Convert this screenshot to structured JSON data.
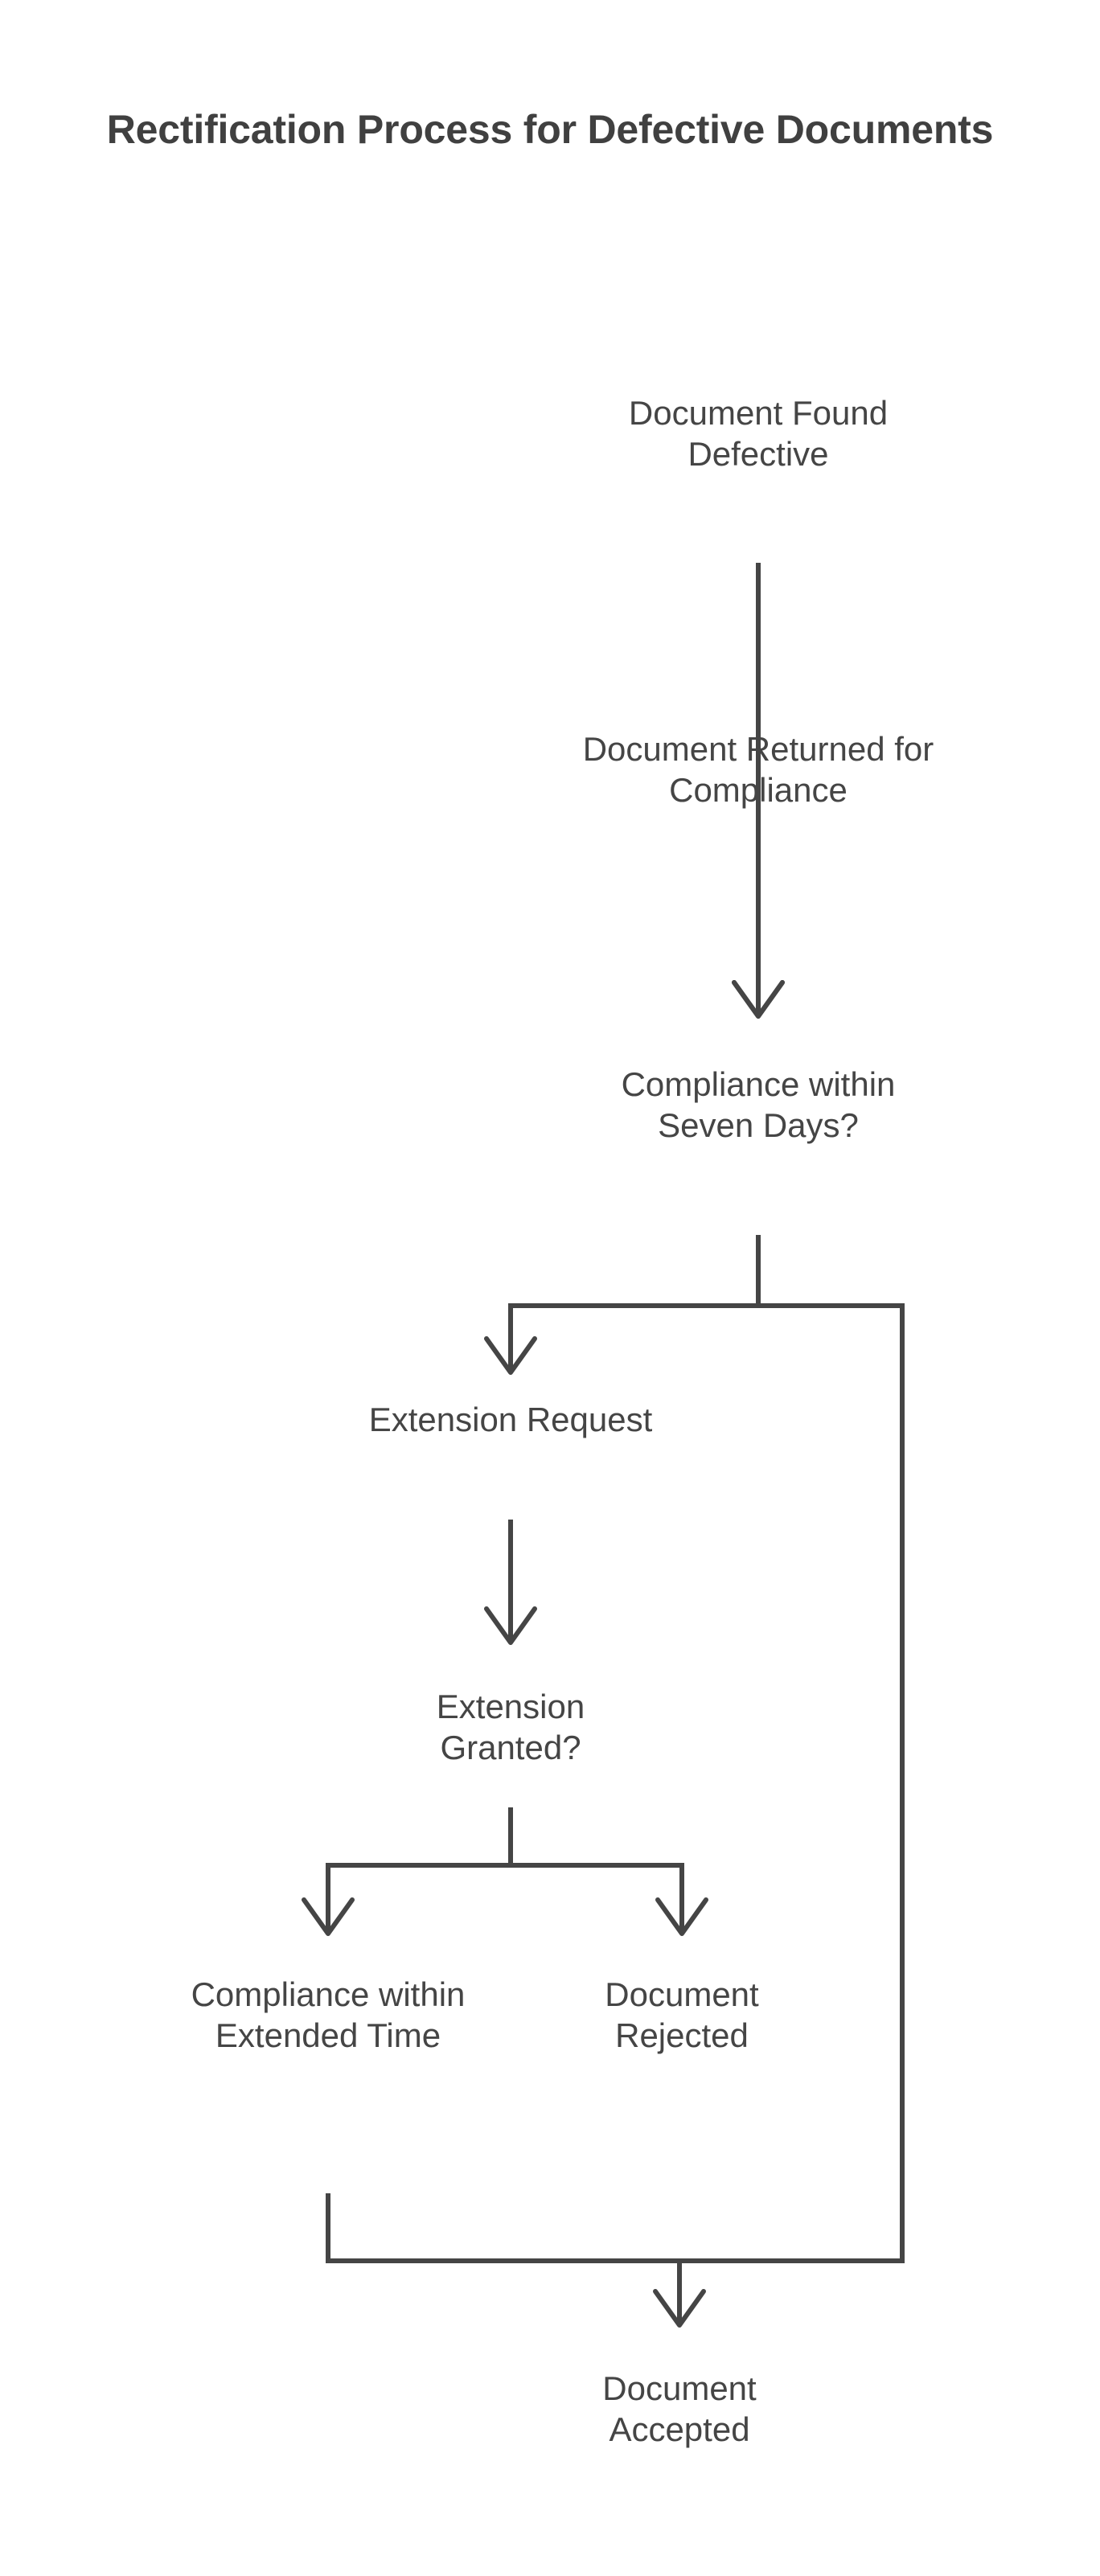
{
  "page": {
    "background_color": "#ffffff",
    "title": "Rectification Process for Defective Documents",
    "title_color": "#404040",
    "line_color": "#454545",
    "text_color": "#454545"
  },
  "chart_data": {
    "type": "diagram",
    "diagram_kind": "flowchart",
    "title": "Rectification Process for Defective Documents",
    "orientation": "top-to-bottom",
    "nodes": [
      {
        "id": "n1",
        "label": "Document Found Defective",
        "lines": [
          "Document",
          "Found",
          "Defective"
        ]
      },
      {
        "id": "n2",
        "label": "Document Returned for Compliance",
        "lines": [
          "Document",
          "Returned for",
          "Compliance"
        ]
      },
      {
        "id": "n3",
        "label": "Compliance within Seven Days?",
        "lines": [
          "Compliance",
          "within Seven",
          "Days?"
        ]
      },
      {
        "id": "n4",
        "label": "Extension Request",
        "lines": [
          "Extension",
          "Request"
        ]
      },
      {
        "id": "n5",
        "label": "Extension Granted?",
        "lines": [
          "Extension",
          "Granted?"
        ]
      },
      {
        "id": "n6",
        "label": "Compliance within Extended Time",
        "lines": [
          "Compliance",
          "within",
          "Extended",
          "Time"
        ]
      },
      {
        "id": "n7",
        "label": "Document Rejected",
        "lines": [
          "Document",
          "Rejected"
        ]
      },
      {
        "id": "n8",
        "label": "Document Accepted",
        "lines": [
          "Document",
          "Accepted"
        ]
      }
    ],
    "edges": [
      {
        "from": "n1",
        "to": "n2",
        "label": ""
      },
      {
        "from": "n2",
        "to": "n3",
        "label": ""
      },
      {
        "from": "n3",
        "to": "n4",
        "label": ""
      },
      {
        "from": "n3",
        "to": "n8",
        "label": ""
      },
      {
        "from": "n4",
        "to": "n5",
        "label": ""
      },
      {
        "from": "n5",
        "to": "n6",
        "label": ""
      },
      {
        "from": "n5",
        "to": "n7",
        "label": ""
      },
      {
        "from": "n6",
        "to": "n8",
        "label": ""
      }
    ]
  }
}
